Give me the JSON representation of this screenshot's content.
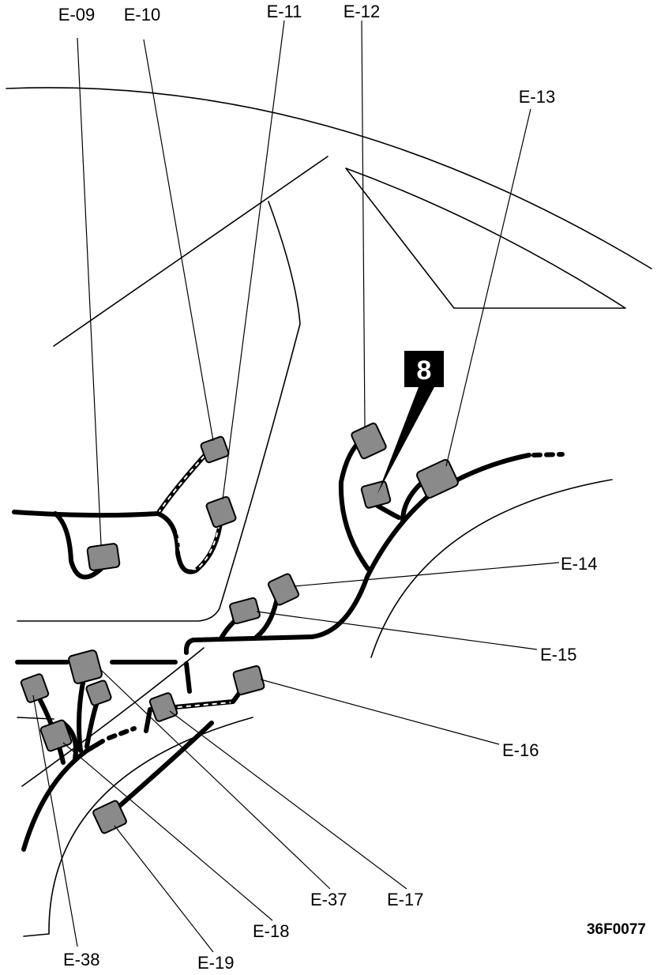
{
  "labels": {
    "e09": "E-09",
    "e10": "E-10",
    "e11": "E-11",
    "e12": "E-12",
    "e13": "E-13",
    "e14": "E-14",
    "e15": "E-15",
    "e16": "E-16",
    "e17": "E-17",
    "e18": "E-18",
    "e19": "E-19",
    "e37": "E-37",
    "e38": "E-38"
  },
  "reference_marker": "8",
  "figure_code": "36F0077"
}
